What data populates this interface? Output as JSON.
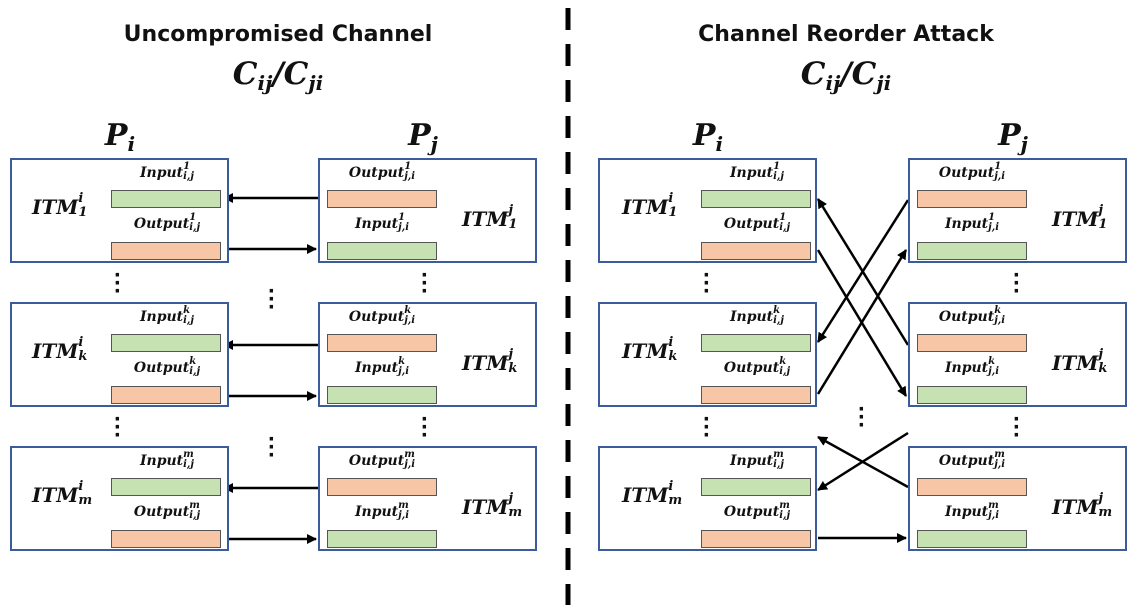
{
  "left_panel": {
    "title": "Uncompromised Channel",
    "channel": {
      "c1": "C",
      "s1": "ij",
      "slash": "/",
      "c2": "C",
      "s2": "ji"
    },
    "party_i": {
      "base": "P",
      "sub": "i"
    },
    "party_j": {
      "base": "P",
      "sub": "j"
    }
  },
  "right_panel": {
    "title": "Channel Reorder Attack",
    "channel": {
      "c1": "C",
      "s1": "ij",
      "slash": "/",
      "c2": "C",
      "s2": "ji"
    },
    "party_i": {
      "base": "P",
      "sub": "i"
    },
    "party_j": {
      "base": "P",
      "sub": "j"
    }
  },
  "modules": [
    {
      "itm_i": {
        "base": "ITM",
        "sup": "i",
        "sub": "1"
      },
      "itm_j": {
        "base": "ITM",
        "sup": "j",
        "sub": "1"
      },
      "input_ij": {
        "base": "Input",
        "sup": "1",
        "sub": "i,j"
      },
      "output_ij": {
        "base": "Output",
        "sup": "1",
        "sub": "i,j"
      },
      "output_ji": {
        "base": "Output",
        "sup": "1",
        "sub": "j,i"
      },
      "input_ji": {
        "base": "Input",
        "sup": "1",
        "sub": "j,i"
      }
    },
    {
      "itm_i": {
        "base": "ITM",
        "sup": "i",
        "sub": "k"
      },
      "itm_j": {
        "base": "ITM",
        "sup": "j",
        "sub": "k"
      },
      "input_ij": {
        "base": "Input",
        "sup": "k",
        "sub": "i,j"
      },
      "output_ij": {
        "base": "Output",
        "sup": "k",
        "sub": "i,j"
      },
      "output_ji": {
        "base": "Output",
        "sup": "k",
        "sub": "j,i"
      },
      "input_ji": {
        "base": "Input",
        "sup": "k",
        "sub": "j,i"
      }
    },
    {
      "itm_i": {
        "base": "ITM",
        "sup": "i",
        "sub": "m"
      },
      "itm_j": {
        "base": "ITM",
        "sup": "j",
        "sub": "m"
      },
      "input_ij": {
        "base": "Input",
        "sup": "m",
        "sub": "i,j"
      },
      "output_ij": {
        "base": "Output",
        "sup": "m",
        "sub": "i,j"
      },
      "output_ji": {
        "base": "Output",
        "sup": "m",
        "sub": "j,i"
      },
      "input_ji": {
        "base": "Input",
        "sup": "m",
        "sub": "j,i"
      }
    }
  ],
  "colors": {
    "box_border": "#3b5b9a",
    "input_fill": "#c6e2b3",
    "output_fill": "#f7c6a7",
    "arrow": "#000000"
  }
}
